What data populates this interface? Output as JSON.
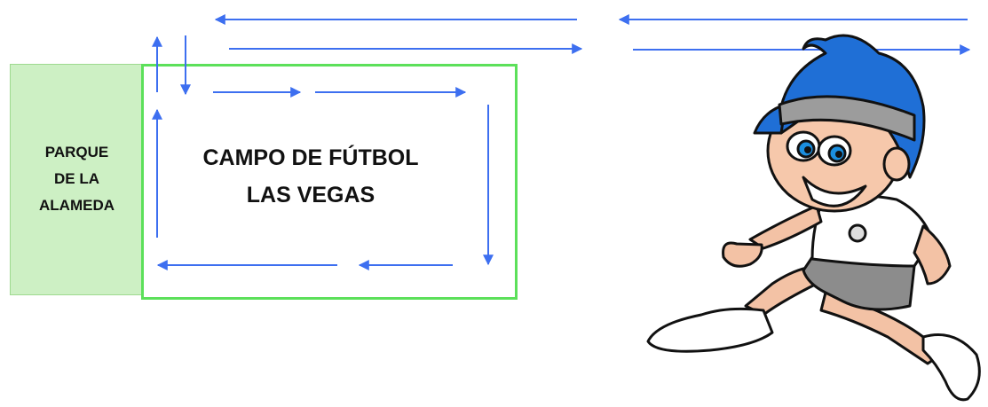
{
  "park": {
    "lines": [
      "PARQUE",
      "DE LA",
      "ALAMEDA"
    ]
  },
  "field": {
    "lines": [
      "CAMPO DE FÚTBOL",
      "LAS VEGAS"
    ]
  },
  "colors": {
    "arrow": "#3d6ff0",
    "field_border": "#5ce05a",
    "park_fill": "#cdf0c4",
    "hair": "#1f6fd6"
  }
}
